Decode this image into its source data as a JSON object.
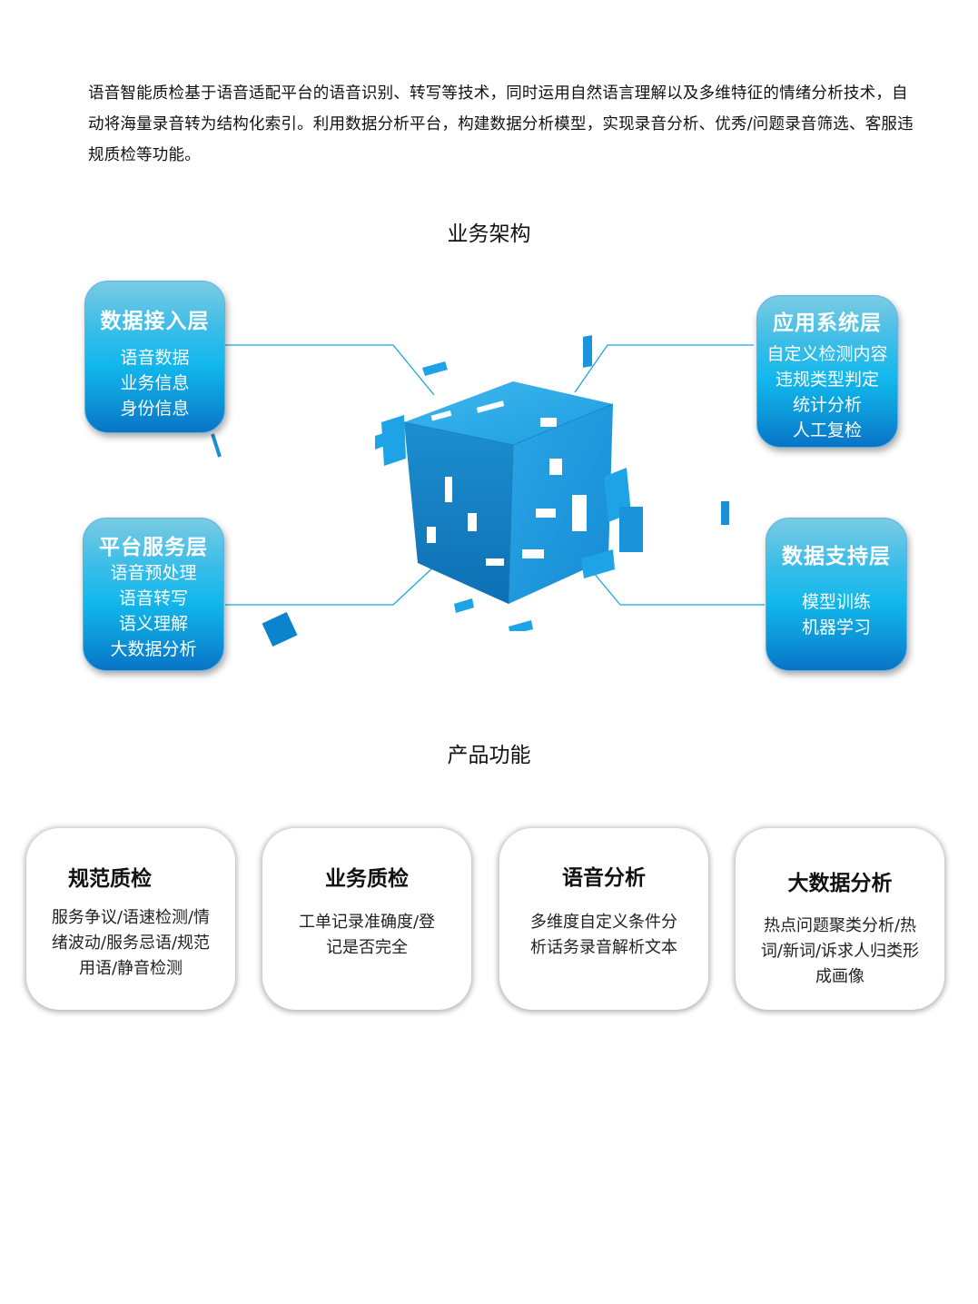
{
  "intro": {
    "text": "语音智能质检基于语音适配平台的语音识别、转写等技术，同时运用自然语言理解以及多维特征的情绪分析技术，自动将海量录音转为结构化索引。利用数据分析平台，构建数据分析模型，实现录音分析、优秀/问题录音筛选、客服违规质检等功能。"
  },
  "architecture": {
    "title": "业务架构",
    "center_graphic": "blue-3d-cube",
    "accent_color": "#12b8ec",
    "layers": [
      {
        "title": "数据接入层",
        "items": [
          "语音数据",
          "业务信息",
          "身份信息"
        ]
      },
      {
        "title": "应用系统层",
        "items": [
          "自定义检测内容",
          "违规类型判定",
          "统计分析",
          "人工复检"
        ]
      },
      {
        "title": "平台服务层",
        "items": [
          "语音预处理",
          "语音转写",
          "语义理解",
          "大数据分析"
        ]
      },
      {
        "title": "数据支持层",
        "items": [
          "模型训练",
          "机器学习"
        ]
      }
    ]
  },
  "features": {
    "title": "产品功能",
    "cards": [
      {
        "title": "规范质检",
        "lines": [
          "服务争议/语速检测/情",
          "绪波动/服务忌语/规范",
          "用语/静音检测"
        ]
      },
      {
        "title": "业务质检",
        "lines": [
          "工单记录准确度/登",
          "记是否完全"
        ]
      },
      {
        "title": "语音分析",
        "lines": [
          "多维度自定义条件分",
          "析话务录音解析文本"
        ]
      },
      {
        "title": "大数据分析",
        "lines": [
          "热点问题聚类分析/热",
          "词/新词/诉求人归类形",
          "成画像"
        ]
      }
    ]
  }
}
